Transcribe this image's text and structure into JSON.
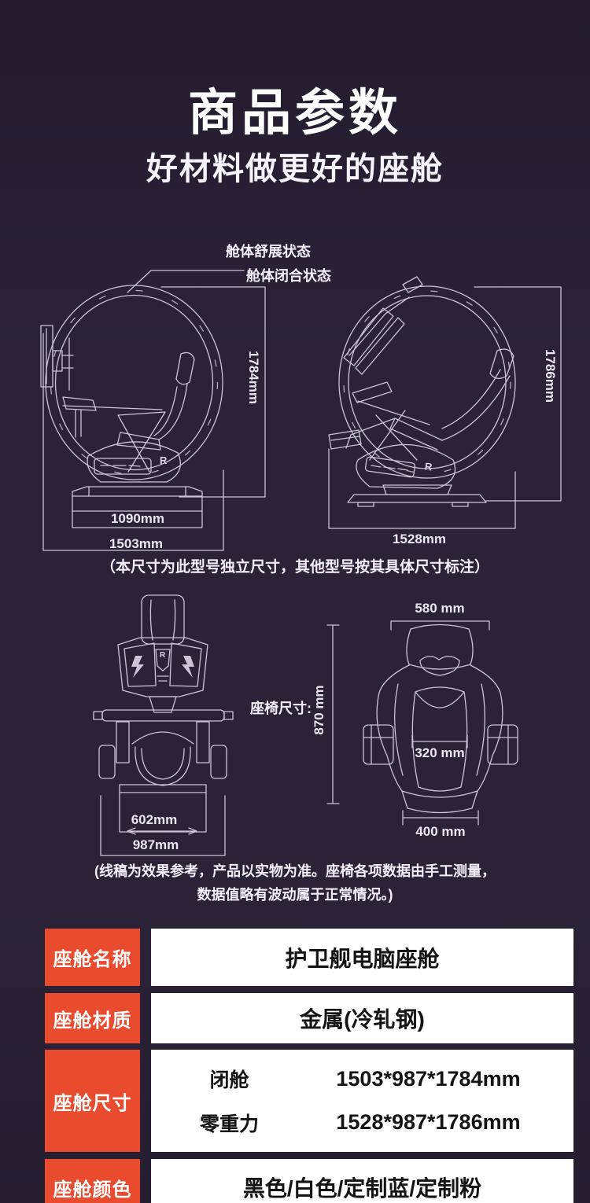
{
  "page": {
    "background_color": "#2b2238",
    "accent_color": "#e84b2d",
    "line_color": "#d9d3e3"
  },
  "header": {
    "title": "商品参数",
    "subtitle": "好材料做更好的座舱"
  },
  "cabin_diagram": {
    "label_open": "舱体舒展状态",
    "label_closed": "舱体闭合状态",
    "open_height": "1784mm",
    "open_base_width": "1090mm",
    "open_total_width": "1503mm",
    "closed_height": "1786mm",
    "closed_total_width": "1528mm",
    "logo_r": "R",
    "note": "（本尺寸为此型号独立尺寸，其他型号按其具体尺寸标注）"
  },
  "seat_diagram": {
    "label": "座椅尺寸:",
    "front_base_width": "602mm",
    "front_total_width": "987mm",
    "seat_top_width": "580 mm",
    "seat_height": "870 mm",
    "seat_inner_width": "320 mm",
    "seat_bottom_width": "400 mm",
    "note_line1": "(线稿为效果参考，产品以实物为准。座椅各项数据由手工测量，",
    "note_line2": "数据值略有波动属于正常情况。)"
  },
  "spec_table": {
    "rows": [
      {
        "label": "座舱名称",
        "value": "护卫舰电脑座舱"
      },
      {
        "label": "座舱材质",
        "value": "金属(冷轧钢)"
      },
      {
        "label": "座舱尺寸",
        "sub_rows": [
          {
            "name": "闭舱",
            "value": "1503*987*1784mm"
          },
          {
            "name": "零重力",
            "value": "1528*987*1786mm"
          }
        ]
      },
      {
        "label": "座舱颜色",
        "value": "黑色/白色/定制蓝/定制粉"
      }
    ]
  }
}
